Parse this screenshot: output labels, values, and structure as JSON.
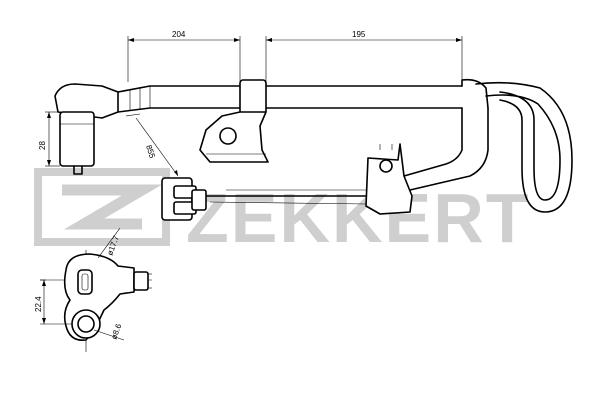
{
  "watermark": {
    "brand": "ZEKKERT",
    "color": "#cfcfcf"
  },
  "dimensions": {
    "bracket_spacing": "204",
    "bracket_to_end": "195",
    "sensor_height": "28",
    "cable_length": "855",
    "body_diameter": "ø17.7",
    "mount_offset": "22.4",
    "hole_diameter": "ø8.6"
  },
  "line_color": "#000000"
}
